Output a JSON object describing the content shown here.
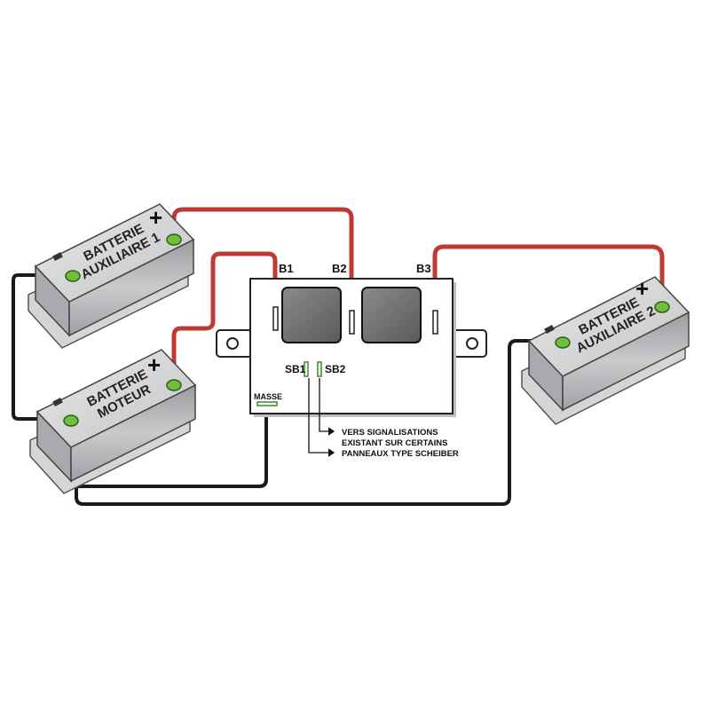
{
  "colors": {
    "positive_cable": "#c03a35",
    "negative_cable": "#1a1a1a",
    "battery_body": "#c9cacc",
    "battery_top": "#d9dadc",
    "terminal_green": "#6fbf3a",
    "relay_face": "#6e6e6e"
  },
  "batteries": {
    "aux1": {
      "line1": "BATTERIE",
      "line2": "AUXILIAIRE 1",
      "plus_sign": "+"
    },
    "motor": {
      "line1": "BATTERIE",
      "line2": "MOTEUR",
      "plus_sign": "+"
    },
    "aux2": {
      "line1": "BATTERIE",
      "line2": "AUXILIAIRE 2",
      "plus_sign": "+"
    }
  },
  "coupler": {
    "terminals": {
      "b1": "B1",
      "b2": "B2",
      "b3": "B3"
    },
    "signals": {
      "sb1": "SB1",
      "sb2": "SB2"
    },
    "ground": "MASSE"
  },
  "note": {
    "line1": "VERS SIGNALISATIONS",
    "line2": "EXISTANT SUR CERTAINS",
    "line3": "PANNEAUX TYPE SCHEIBER"
  }
}
